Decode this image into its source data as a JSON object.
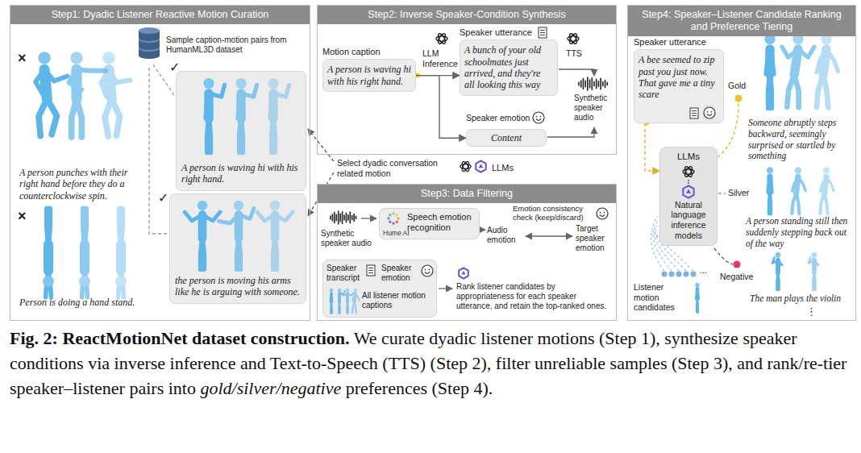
{
  "diagram": {
    "caption": "Fig. 2: ReactMotionNet dataset construction. We curate dyadic listener motions (Step 1), synthesize speaker conditions via inverse inference and Text-to-Speech (TTS) (Step 2), filter unreliable samples (Step 3), and rank/re-tier speaker–listener pairs into gold/silver/negative preferences (Step 4).",
    "nodes": [
      {
        "text": [
          "Step1: Dyadic Listener Reactive Motion Curation"
        ]
      },
      {
        "text": [
          "A person is waving hi with his right hand."
        ],
        "in": 0
      },
      {
        "text": [
          "the person is moving his arms like he is arguing with someone."
        ],
        "in": 0
      },
      {
        "text": [
          "Step2: Inverse Speaker-Condition Synthesis"
        ]
      },
      {
        "text": [
          "Motion caption",
          "A person is waving hi with his right hand."
        ],
        "in": 3
      },
      {
        "text": [
          "Speaker utterance",
          "A bunch of your old schoolmates just arrived, and they're all looking this way"
        ],
        "in": 3
      },
      {
        "text": [
          "Content"
        ],
        "in": 3
      },
      {
        "text": [
          "Step3: Data Filtering"
        ]
      },
      {
        "text": [
          "Speech emotion recognition",
          "Hume AI"
        ],
        "in": 7
      },
      {
        "text": [
          "Speaker transcript",
          "Speaker emotion",
          "All listener motion captions"
        ],
        "in": 7
      },
      {
        "text": [
          "Step4: Speaker–Listener Candidate Ranking and Preference Tiering"
        ]
      },
      {
        "text": [
          "Speaker utterance",
          "A bee seemed to zip past you just now. That gave me a tiny scare"
        ],
        "in": 10
      },
      {
        "text": [
          "LLMs",
          "Natural language inference models"
        ],
        "in": 10
      }
    ],
    "edges": [
      {
        "from": 4,
        "to": 5,
        "arrow": "to"
      },
      {
        "from": 4,
        "to": 6,
        "arrow": "to"
      },
      {
        "from": 11,
        "to": 12,
        "arrow": "to"
      }
    ],
    "labels": [
      "×",
      "A person punches with their right hand before they do a counterclockwise spin.",
      "Sample caption-motion pairs from HumanML3D dataset",
      "✓",
      "×",
      "Person is doing a hand stand.",
      "✓",
      "LLM Inference",
      "TTS",
      "Synthetic speaker audio",
      "Speaker emotion",
      "Select dyadic conversation related motion",
      "LLMs",
      "Synthetic speaker audio",
      "Audio emotion",
      "Emotion consistency check (keep/discard)",
      "Target speaker emotion",
      "Rank listener candidates by appropriateness for each speaker utterance, and retain the top-ranked ones.",
      "Gold",
      "Someone abruptly steps backward, seemingly surprised or startled by something",
      "Silver",
      "A person standing still then suddenly stepping back out of the way",
      "Negative",
      "The man plays the violin",
      "⋮",
      "Listener motion candidates",
      "..."
    ]
  }
}
